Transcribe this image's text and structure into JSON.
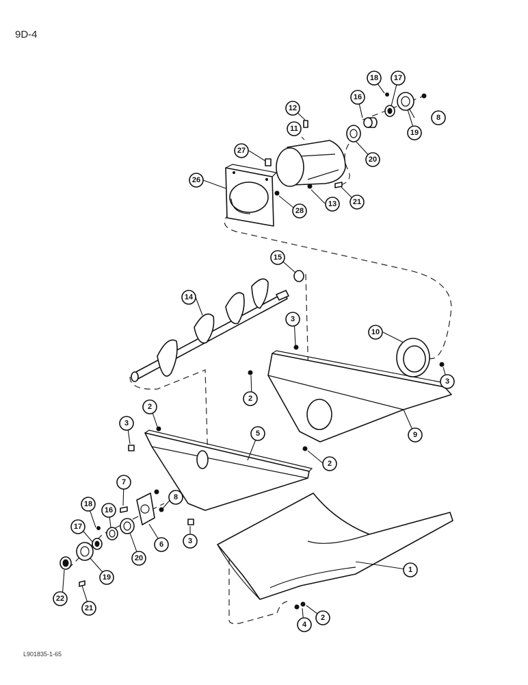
{
  "page": {
    "number": "9D-4",
    "figure_ref": "L901835-1-65"
  },
  "callouts": [
    {
      "num": "1"
    },
    {
      "num": "2"
    },
    {
      "num": "2"
    },
    {
      "num": "2"
    },
    {
      "num": "2"
    },
    {
      "num": "3"
    },
    {
      "num": "3"
    },
    {
      "num": "3"
    },
    {
      "num": "3"
    },
    {
      "num": "4"
    },
    {
      "num": "5"
    },
    {
      "num": "6"
    },
    {
      "num": "7"
    },
    {
      "num": "8"
    },
    {
      "num": "8"
    },
    {
      "num": "9"
    },
    {
      "num": "10"
    },
    {
      "num": "11"
    },
    {
      "num": "12"
    },
    {
      "num": "13"
    },
    {
      "num": "14"
    },
    {
      "num": "15"
    },
    {
      "num": "16"
    },
    {
      "num": "16"
    },
    {
      "num": "17"
    },
    {
      "num": "17"
    },
    {
      "num": "18"
    },
    {
      "num": "18"
    },
    {
      "num": "19"
    },
    {
      "num": "19"
    },
    {
      "num": "20"
    },
    {
      "num": "20"
    },
    {
      "num": "21"
    },
    {
      "num": "21"
    },
    {
      "num": "22"
    },
    {
      "num": "26"
    },
    {
      "num": "27"
    },
    {
      "num": "28"
    }
  ]
}
